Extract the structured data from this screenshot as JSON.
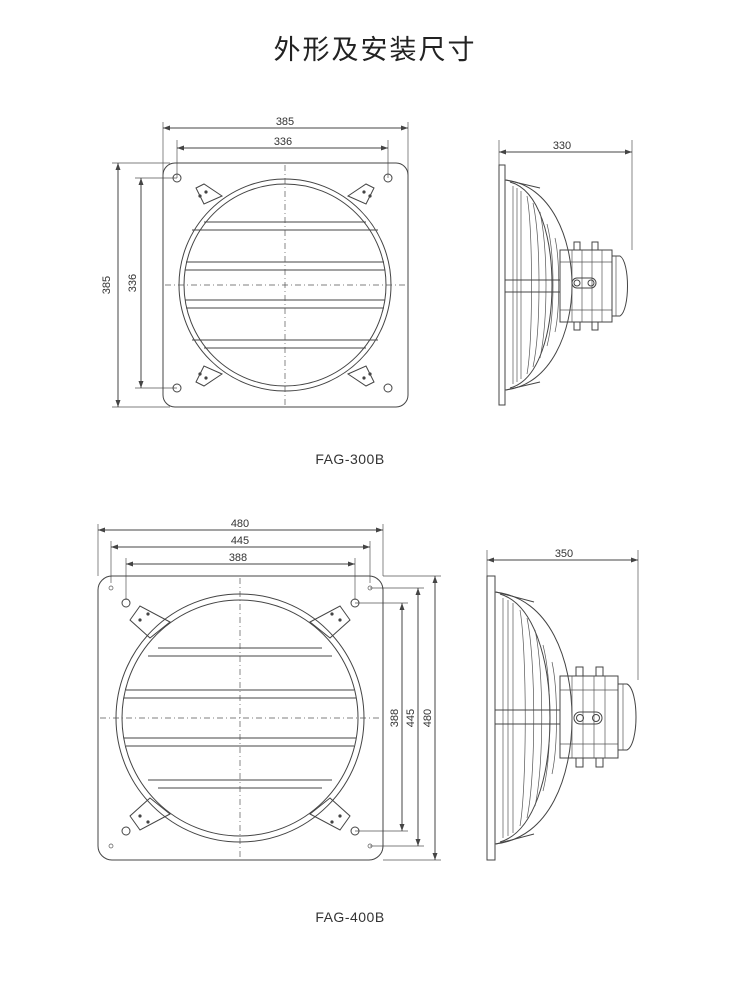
{
  "title": "外形及安装尺寸",
  "views": [
    {
      "model": "FAG-300B",
      "front_dims": {
        "width_outer": "385",
        "width_holes": "336",
        "height_outer": "385",
        "height_holes": "336"
      },
      "side_dims": {
        "depth": "330"
      }
    },
    {
      "model": "FAG-400B",
      "front_dims": {
        "width_outer": "480",
        "width_mid": "445",
        "width_holes": "388",
        "height_holes": "388",
        "height_mid": "445",
        "height_outer": "480"
      },
      "side_dims": {
        "depth": "350"
      }
    }
  ]
}
